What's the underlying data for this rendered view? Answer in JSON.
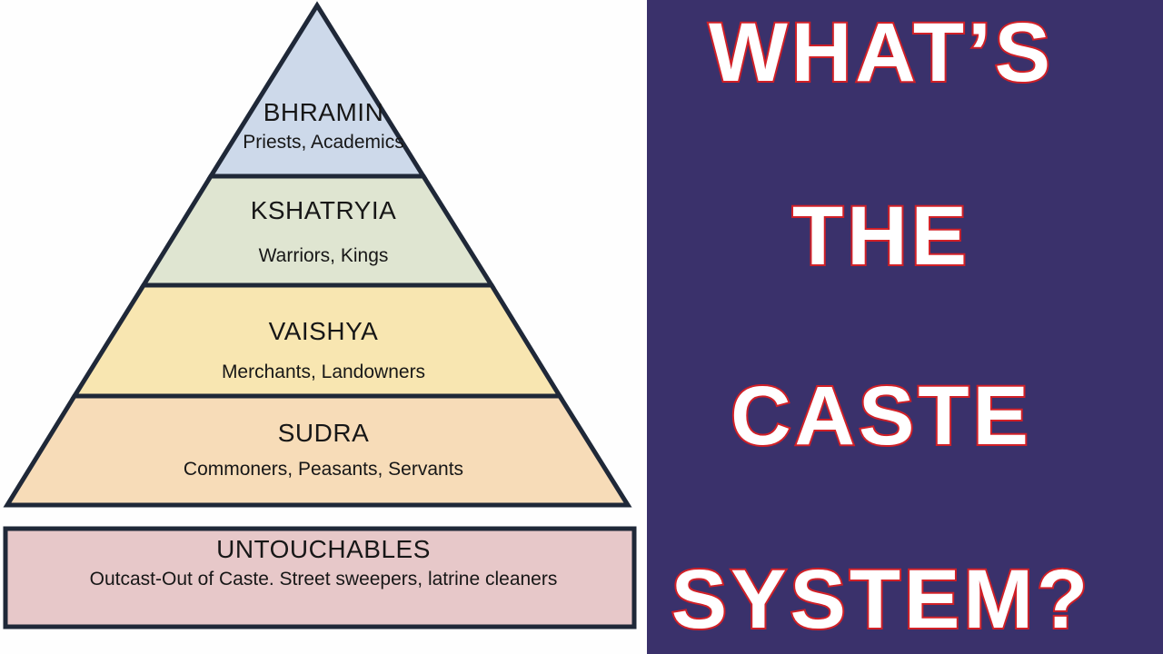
{
  "pyramid": {
    "background": "#fefefe",
    "outline_color": "#1f2838",
    "text_color": "#171717",
    "levels": [
      {
        "name": "BHRAMIN",
        "description": "Priests, Academics",
        "fill": "#cdd9ea"
      },
      {
        "name": "KSHATRYIA",
        "description": "Warriors, Kings",
        "fill": "#dfe5d1"
      },
      {
        "name": "VAISHYA",
        "description": "Merchants, Landowners",
        "fill": "#f8e6b1"
      },
      {
        "name": "SUDRA",
        "description": "Commoners, Peasants, Servants",
        "fill": "#f7dcb8"
      },
      {
        "name": "UNTOUCHABLES",
        "description": "Outcast-Out of Caste. Street sweepers, latrine cleaners",
        "fill": "#e7c8c9"
      }
    ]
  },
  "title": {
    "background": "#3a316b",
    "text_color": "#ffffff",
    "outline_color": "#d12027",
    "words": [
      "WHAT’S",
      "THE",
      "CASTE",
      "SYSTEM?"
    ]
  }
}
